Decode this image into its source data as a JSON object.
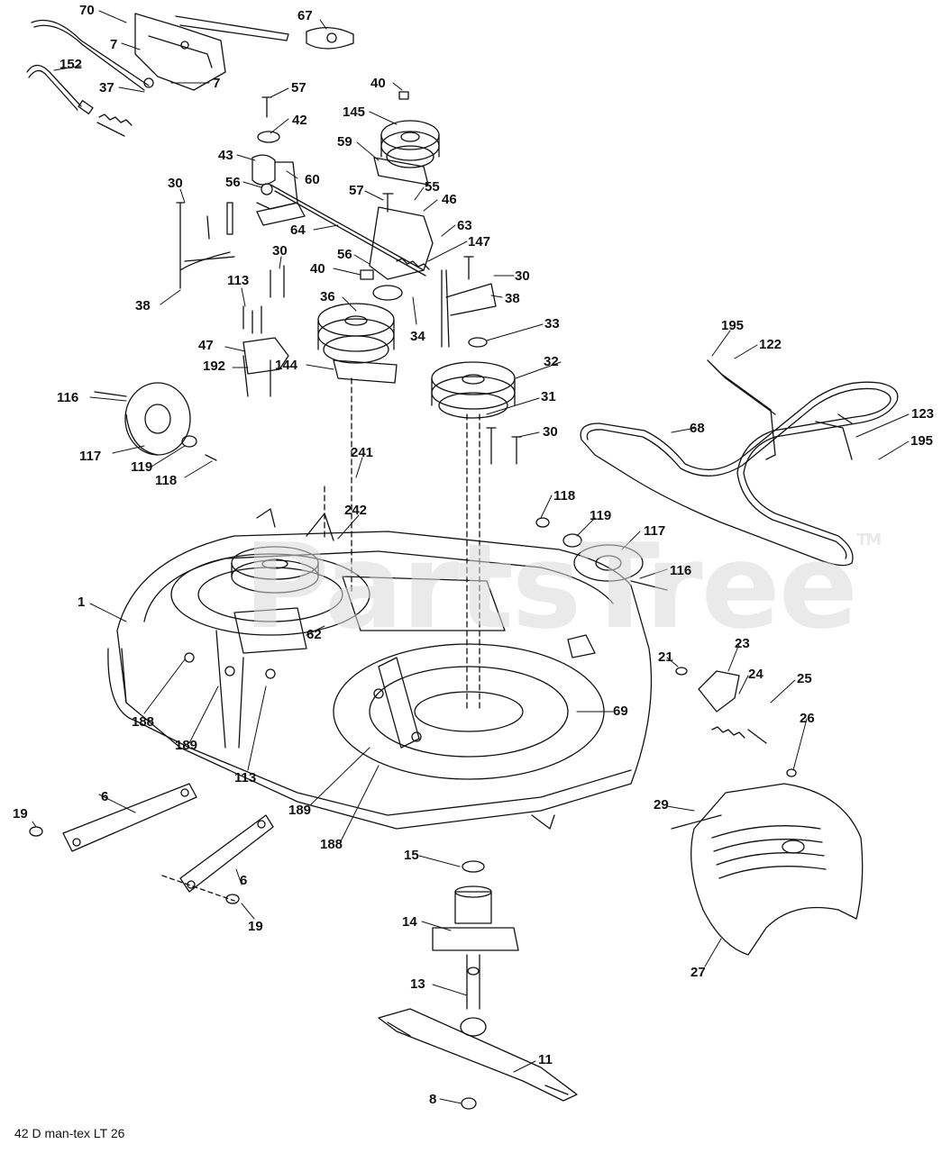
{
  "diagram": {
    "footer": "42 D man-tex LT 26",
    "watermark": "PartsTree",
    "watermark_mark": "TM",
    "callouts": [
      {
        "id": "70",
        "text": "70"
      },
      {
        "id": "67",
        "text": "67"
      },
      {
        "id": "7a",
        "text": "7"
      },
      {
        "id": "152",
        "text": "152"
      },
      {
        "id": "7b",
        "text": "7"
      },
      {
        "id": "37",
        "text": "37"
      },
      {
        "id": "57a",
        "text": "57"
      },
      {
        "id": "40a",
        "text": "40"
      },
      {
        "id": "145",
        "text": "145"
      },
      {
        "id": "42",
        "text": "42"
      },
      {
        "id": "59",
        "text": "59"
      },
      {
        "id": "43",
        "text": "43"
      },
      {
        "id": "60",
        "text": "60"
      },
      {
        "id": "56a",
        "text": "56"
      },
      {
        "id": "30a",
        "text": "30"
      },
      {
        "id": "57b",
        "text": "57"
      },
      {
        "id": "55",
        "text": "55"
      },
      {
        "id": "46",
        "text": "46"
      },
      {
        "id": "64",
        "text": "64"
      },
      {
        "id": "63",
        "text": "63"
      },
      {
        "id": "147",
        "text": "147"
      },
      {
        "id": "30b",
        "text": "30"
      },
      {
        "id": "56b",
        "text": "56"
      },
      {
        "id": "40b",
        "text": "40"
      },
      {
        "id": "30c",
        "text": "30"
      },
      {
        "id": "113a",
        "text": "113"
      },
      {
        "id": "38a",
        "text": "38"
      },
      {
        "id": "38b",
        "text": "38"
      },
      {
        "id": "36",
        "text": "36"
      },
      {
        "id": "34",
        "text": "34"
      },
      {
        "id": "33",
        "text": "33"
      },
      {
        "id": "47",
        "text": "47"
      },
      {
        "id": "192",
        "text": "192"
      },
      {
        "id": "144",
        "text": "144"
      },
      {
        "id": "32",
        "text": "32"
      },
      {
        "id": "195a",
        "text": "195"
      },
      {
        "id": "122",
        "text": "122"
      },
      {
        "id": "116a",
        "text": "116"
      },
      {
        "id": "31",
        "text": "31"
      },
      {
        "id": "123",
        "text": "123"
      },
      {
        "id": "68",
        "text": "68"
      },
      {
        "id": "30d",
        "text": "30"
      },
      {
        "id": "195b",
        "text": "195"
      },
      {
        "id": "117a",
        "text": "117"
      },
      {
        "id": "241",
        "text": "241"
      },
      {
        "id": "119a",
        "text": "119"
      },
      {
        "id": "118a",
        "text": "118"
      },
      {
        "id": "118b",
        "text": "118"
      },
      {
        "id": "242",
        "text": "242"
      },
      {
        "id": "119b",
        "text": "119"
      },
      {
        "id": "117b",
        "text": "117"
      },
      {
        "id": "116b",
        "text": "116"
      },
      {
        "id": "1",
        "text": "1"
      },
      {
        "id": "62",
        "text": "62"
      },
      {
        "id": "23",
        "text": "23"
      },
      {
        "id": "21",
        "text": "21"
      },
      {
        "id": "24",
        "text": "24"
      },
      {
        "id": "25",
        "text": "25"
      },
      {
        "id": "69",
        "text": "69"
      },
      {
        "id": "188a",
        "text": "188"
      },
      {
        "id": "26",
        "text": "26"
      },
      {
        "id": "189a",
        "text": "189"
      },
      {
        "id": "113b",
        "text": "113"
      },
      {
        "id": "6a",
        "text": "6"
      },
      {
        "id": "189b",
        "text": "189"
      },
      {
        "id": "29",
        "text": "29"
      },
      {
        "id": "19a",
        "text": "19"
      },
      {
        "id": "188b",
        "text": "188"
      },
      {
        "id": "15",
        "text": "15"
      },
      {
        "id": "6b",
        "text": "6"
      },
      {
        "id": "19b",
        "text": "19"
      },
      {
        "id": "14",
        "text": "14"
      },
      {
        "id": "27",
        "text": "27"
      },
      {
        "id": "13",
        "text": "13"
      },
      {
        "id": "11",
        "text": "11"
      },
      {
        "id": "8",
        "text": "8"
      }
    ]
  }
}
